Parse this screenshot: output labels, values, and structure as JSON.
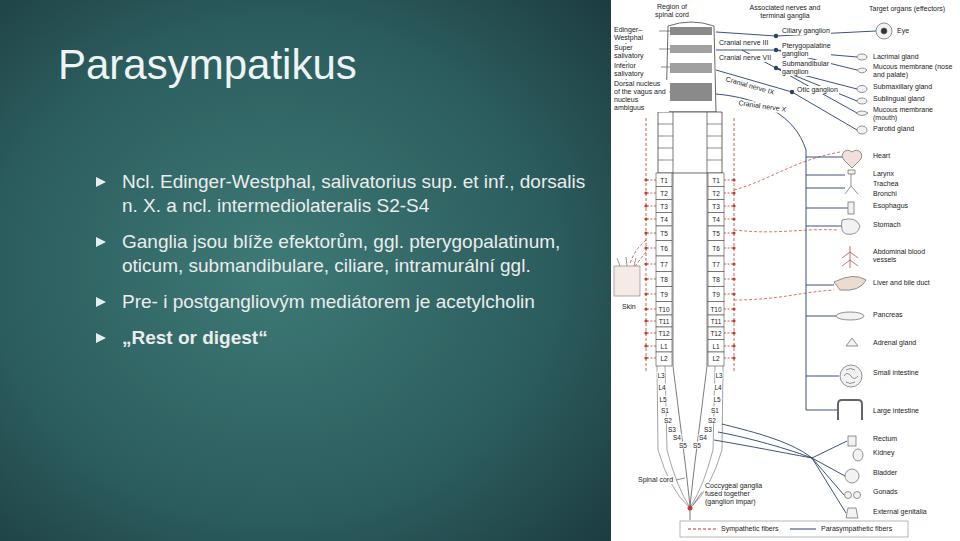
{
  "diagram": {
    "title": "Parasympatikus",
    "labels": [
      "Ncl. Edinger-Westphal, salivatorius sup. et inf., dorsalis n. X. a ncl. intermediolateralis S2-S4",
      "Ganglia jsou blíže efektorům, ggl. pterygopalatinum, oticum, submandibulare, ciliare, intramurální ggl.",
      "Pre- i postgangliovým mediátorem je acetylcholin",
      "„Rest or digest“",
      "Region of spinal cord",
      "Associated nerves and terminal ganglia",
      "Target organs (effectors)",
      "Edinger–Westphal nucleus",
      "Super salivatory nucleus",
      "Inferior salivatory nucleus",
      "Dorsal nucleus of the vagus and nucleus ambiguus",
      "Cranial nerve III",
      "Cranial nerve VII",
      "Cranial nerve IX",
      "Cranial nerve X",
      "Ciliary ganglion",
      "Pterygopalatine ganglion",
      "Submandibular ganglion",
      "Otic ganglion",
      "Eye",
      "Lacrimal gland",
      "Mucous membrane (nose and palate)",
      "Submaxillary gland",
      "Sublingual gland",
      "Mucous membrane (mouth)",
      "Parotid gland",
      "Heart",
      "Larynx",
      "Trachea",
      "Bronchi",
      "Esophagus",
      "Stomach",
      "Abdominal blood vessels",
      "Liver and bile duct",
      "Pancreas",
      "Adrenal gland",
      "Small intestine",
      "Large intestine",
      "Rectum",
      "Kidney",
      "Bladder",
      "Gonads",
      "External genitalia",
      "Skin",
      "Spinal cord",
      "Coccygeal ganglia fused together (ganglion impar)",
      "T1",
      "T2",
      "T3",
      "T4",
      "T5",
      "T6",
      "T7",
      "T8",
      "T9",
      "T10",
      "T11",
      "T12",
      "L1",
      "L2",
      "L3",
      "L4",
      "L5",
      "S1",
      "S2",
      "S3",
      "S4",
      "S5",
      "T1",
      "T2",
      "T3",
      "T4",
      "T5",
      "T6",
      "T7",
      "T8",
      "T9",
      "T10",
      "T11",
      "T12",
      "L1",
      "L2",
      "L3",
      "L4",
      "L5",
      "S1",
      "S2",
      "S3",
      "S4",
      "S5"
    ],
    "legend": [
      {
        "text": "Sympathetic fibers"
      },
      {
        "text": "Parasympathetic fibers"
      }
    ]
  }
}
